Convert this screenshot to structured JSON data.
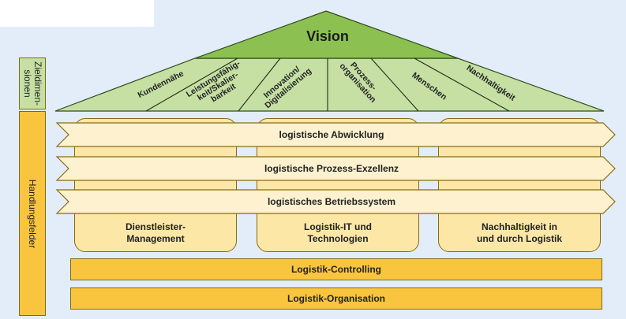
{
  "vision": "Vision",
  "side_labels": {
    "zieldimensionen": [
      "Zieldimen-",
      "sionen"
    ],
    "handlungsfelder": "Handlungsfelder"
  },
  "dimensions": [
    [
      "Kundennähe"
    ],
    [
      "Leistungsfähig-",
      "keit/Skalier-",
      "barkeit"
    ],
    [
      "Innovation/",
      "Digitalisierung"
    ],
    [
      "Prozess-",
      "organisation"
    ],
    [
      "Menschen"
    ],
    [
      "Nachhaltigkeit"
    ]
  ],
  "arrows": [
    "logistische Abwicklung",
    "logistische Prozess-Exzellenz",
    "logistisches Betriebssystem"
  ],
  "pillars": [
    [
      "Dienstleister-",
      "Management"
    ],
    [
      "Logistik-IT und",
      "Technologien"
    ],
    [
      "Nachhaltigkeit in",
      "und durch Logistik"
    ]
  ],
  "bands": [
    "Logistik-Controlling",
    "Logistik-Organisation"
  ],
  "colors": {
    "vision_green": "#8cc152",
    "dimension_green": "#c6e0a4",
    "accent_yellow": "#f9c53f",
    "pale_yellow": "#fce7a7",
    "arrow_fill": "#fdf1cf",
    "background": "#e3edf9"
  }
}
